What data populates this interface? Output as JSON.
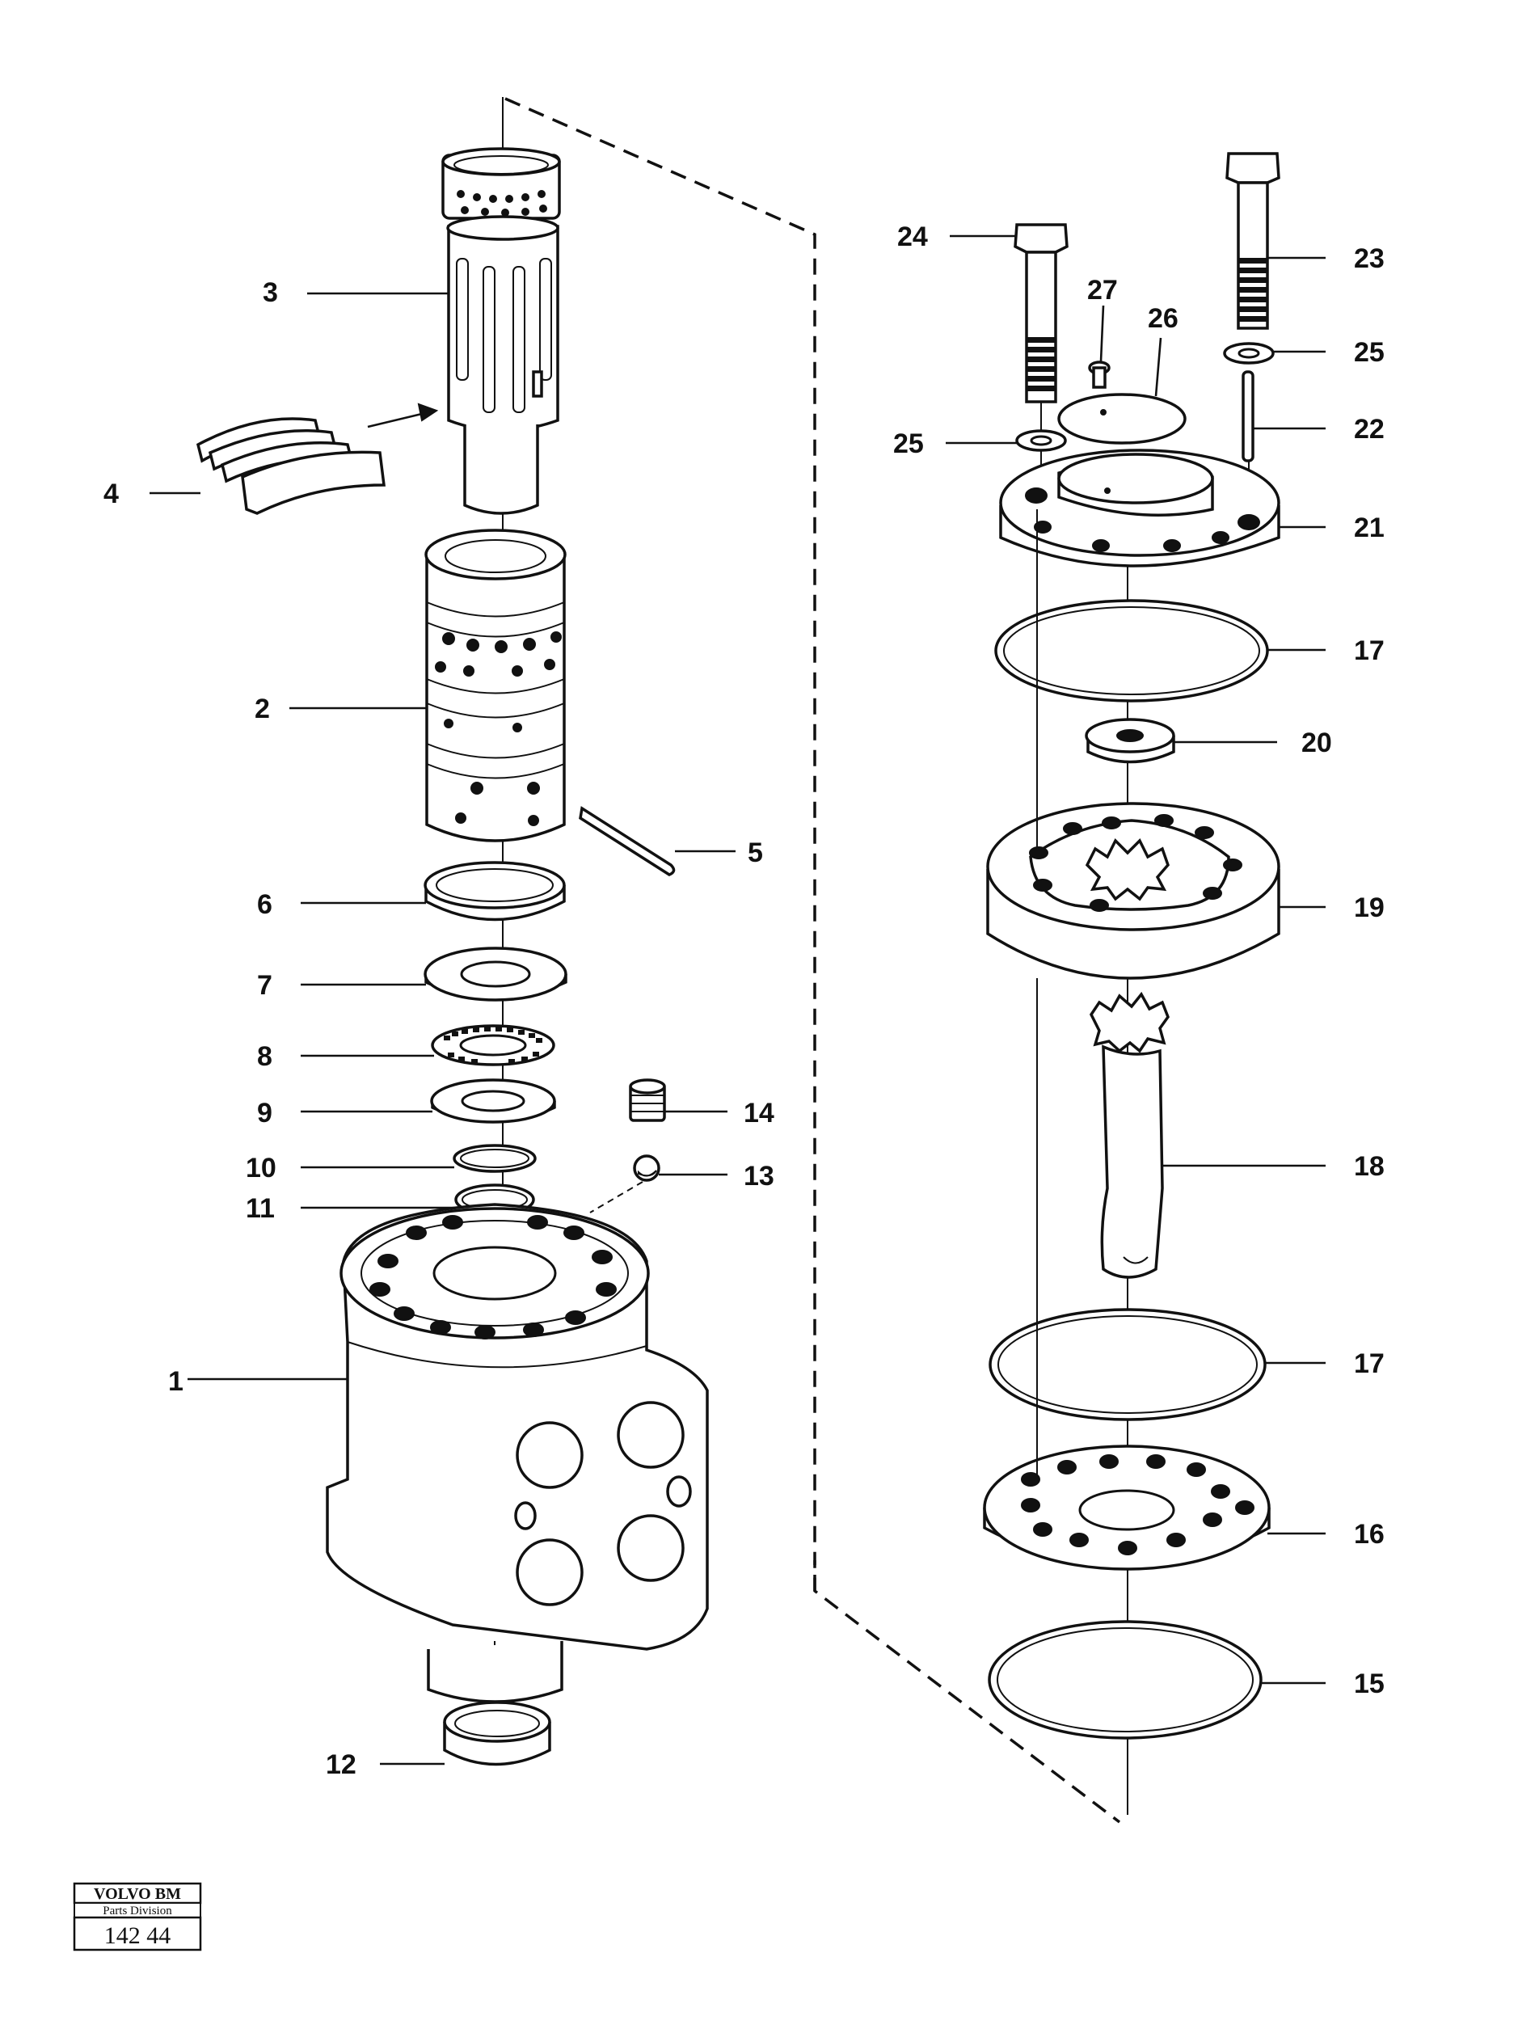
{
  "diagram": {
    "parts": [
      {
        "number": "1"
      },
      {
        "number": "2"
      },
      {
        "number": "3"
      },
      {
        "number": "4"
      },
      {
        "number": "5"
      },
      {
        "number": "6"
      },
      {
        "number": "7"
      },
      {
        "number": "8"
      },
      {
        "number": "9"
      },
      {
        "number": "10"
      },
      {
        "number": "11"
      },
      {
        "number": "12"
      },
      {
        "number": "13"
      },
      {
        "number": "14"
      },
      {
        "number": "15"
      },
      {
        "number": "16"
      },
      {
        "number": "17"
      },
      {
        "number": "17"
      },
      {
        "number": "18"
      },
      {
        "number": "19"
      },
      {
        "number": "20"
      },
      {
        "number": "21"
      },
      {
        "number": "22"
      },
      {
        "number": "23"
      },
      {
        "number": "24"
      },
      {
        "number": "25"
      },
      {
        "number": "25"
      },
      {
        "number": "26"
      },
      {
        "number": "27"
      }
    ]
  },
  "stamp": {
    "brand": "VOLVO BM",
    "division": "Parts Division",
    "number": "142 44"
  }
}
